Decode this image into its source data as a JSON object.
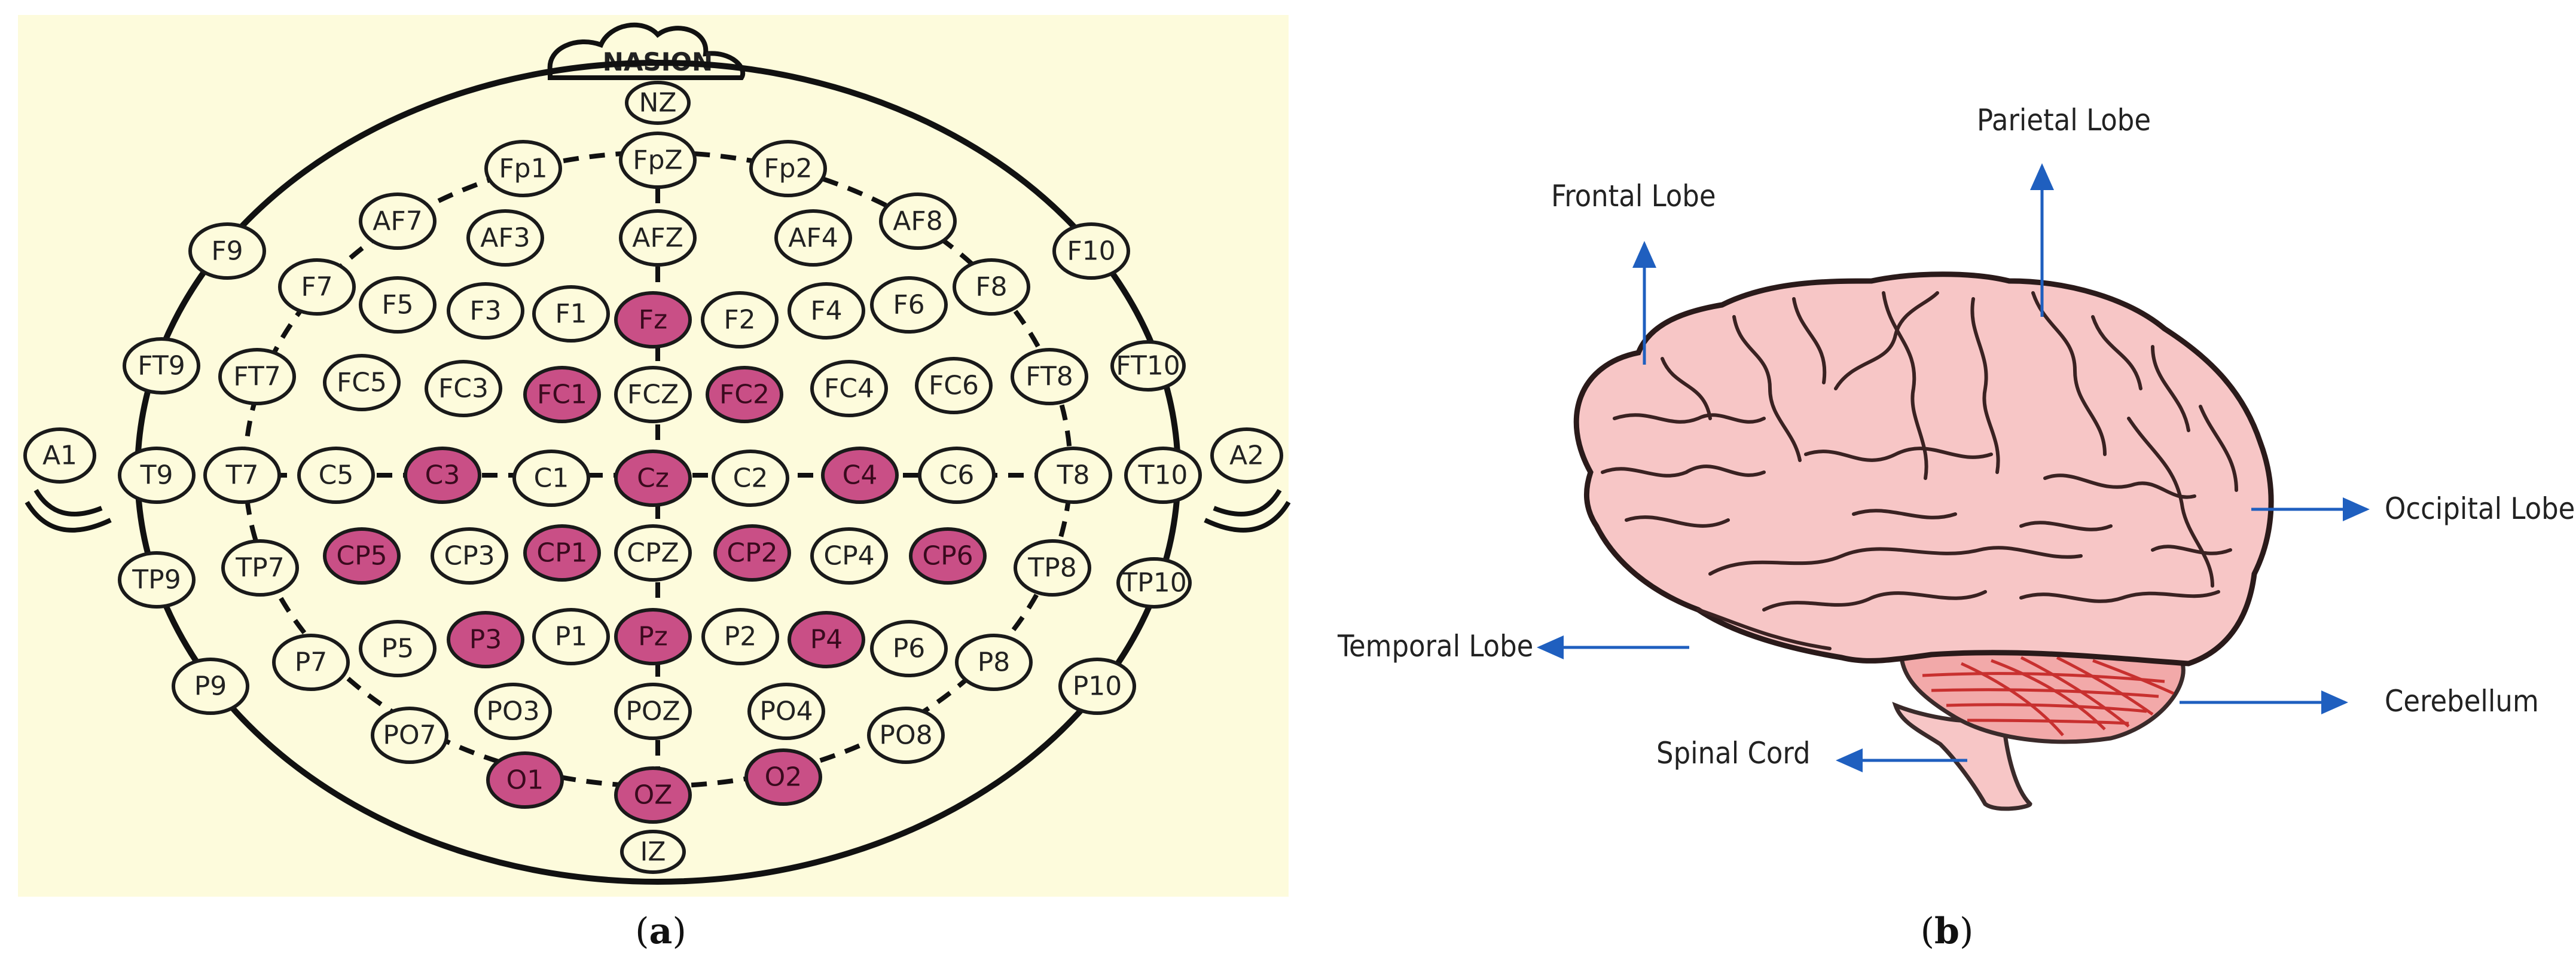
{
  "panel_a": {
    "nasion_label": "NASION",
    "caption": "a",
    "highlight_color": "#c94f86",
    "background_color": "#fdfbdc",
    "electrodes": [
      {
        "label": "NZ",
        "highlighted": false
      },
      {
        "label": "FpZ",
        "highlighted": false
      },
      {
        "label": "Fp1",
        "highlighted": false
      },
      {
        "label": "Fp2",
        "highlighted": false
      },
      {
        "label": "AF7",
        "highlighted": false
      },
      {
        "label": "AF3",
        "highlighted": false
      },
      {
        "label": "AFZ",
        "highlighted": false
      },
      {
        "label": "AF4",
        "highlighted": false
      },
      {
        "label": "AF8",
        "highlighted": false
      },
      {
        "label": "F9",
        "highlighted": false
      },
      {
        "label": "F10",
        "highlighted": false
      },
      {
        "label": "F7",
        "highlighted": false
      },
      {
        "label": "F5",
        "highlighted": false
      },
      {
        "label": "F3",
        "highlighted": false
      },
      {
        "label": "F1",
        "highlighted": false
      },
      {
        "label": "Fz",
        "highlighted": true
      },
      {
        "label": "F2",
        "highlighted": false
      },
      {
        "label": "F4",
        "highlighted": false
      },
      {
        "label": "F6",
        "highlighted": false
      },
      {
        "label": "F8",
        "highlighted": false
      },
      {
        "label": "FT9",
        "highlighted": false
      },
      {
        "label": "FT7",
        "highlighted": false
      },
      {
        "label": "FC5",
        "highlighted": false
      },
      {
        "label": "FC3",
        "highlighted": false
      },
      {
        "label": "FC1",
        "highlighted": true
      },
      {
        "label": "FCZ",
        "highlighted": false
      },
      {
        "label": "FC2",
        "highlighted": true
      },
      {
        "label": "FC4",
        "highlighted": false
      },
      {
        "label": "FC6",
        "highlighted": false
      },
      {
        "label": "FT8",
        "highlighted": false
      },
      {
        "label": "FT10",
        "highlighted": false
      },
      {
        "label": "A1",
        "highlighted": false
      },
      {
        "label": "T9",
        "highlighted": false
      },
      {
        "label": "T7",
        "highlighted": false
      },
      {
        "label": "C5",
        "highlighted": false
      },
      {
        "label": "C3",
        "highlighted": true
      },
      {
        "label": "C1",
        "highlighted": false
      },
      {
        "label": "Cz",
        "highlighted": true
      },
      {
        "label": "C2",
        "highlighted": false
      },
      {
        "label": "C4",
        "highlighted": true
      },
      {
        "label": "C6",
        "highlighted": false
      },
      {
        "label": "T8",
        "highlighted": false
      },
      {
        "label": "T10",
        "highlighted": false
      },
      {
        "label": "A2",
        "highlighted": false
      },
      {
        "label": "TP9",
        "highlighted": false
      },
      {
        "label": "TP7",
        "highlighted": false
      },
      {
        "label": "CP5",
        "highlighted": true
      },
      {
        "label": "CP3",
        "highlighted": false
      },
      {
        "label": "CP1",
        "highlighted": true
      },
      {
        "label": "CPZ",
        "highlighted": false
      },
      {
        "label": "CP2",
        "highlighted": true
      },
      {
        "label": "CP4",
        "highlighted": false
      },
      {
        "label": "CP6",
        "highlighted": true
      },
      {
        "label": "TP8",
        "highlighted": false
      },
      {
        "label": "TP10",
        "highlighted": false
      },
      {
        "label": "P9",
        "highlighted": false
      },
      {
        "label": "P7",
        "highlighted": false
      },
      {
        "label": "P5",
        "highlighted": false
      },
      {
        "label": "P3",
        "highlighted": true
      },
      {
        "label": "P1",
        "highlighted": false
      },
      {
        "label": "Pz",
        "highlighted": true
      },
      {
        "label": "P2",
        "highlighted": false
      },
      {
        "label": "P4",
        "highlighted": true
      },
      {
        "label": "P6",
        "highlighted": false
      },
      {
        "label": "P8",
        "highlighted": false
      },
      {
        "label": "P10",
        "highlighted": false
      },
      {
        "label": "PO7",
        "highlighted": false
      },
      {
        "label": "PO3",
        "highlighted": false
      },
      {
        "label": "POZ",
        "highlighted": false
      },
      {
        "label": "PO4",
        "highlighted": false
      },
      {
        "label": "PO8",
        "highlighted": false
      },
      {
        "label": "O1",
        "highlighted": true
      },
      {
        "label": "OZ",
        "highlighted": true
      },
      {
        "label": "O2",
        "highlighted": true
      },
      {
        "label": "IZ",
        "highlighted": false
      }
    ]
  },
  "panel_b": {
    "caption": "b",
    "arrow_color": "#1f5fbf",
    "brain_color": "#f7c6c6",
    "labels": {
      "frontal": "Frontal Lobe",
      "parietal": "Parietal Lobe",
      "occipital": "Occipital Lobe",
      "temporal": "Temporal Lobe",
      "cerebellum": "Cerebellum",
      "spinal": "Spinal Cord"
    }
  }
}
